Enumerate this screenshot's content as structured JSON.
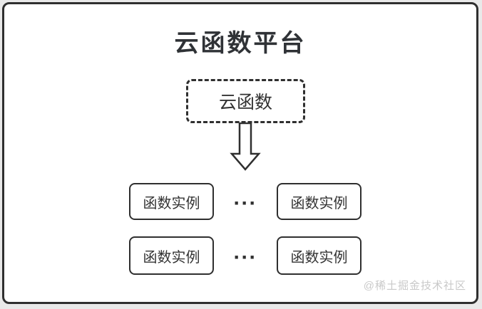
{
  "diagram": {
    "title": "云函数平台",
    "cloud_function": {
      "label": "云函数"
    },
    "rows": [
      {
        "boxes": [
          "函数实例",
          "函数实例"
        ],
        "separator": "···"
      },
      {
        "boxes": [
          "函数实例",
          "函数实例"
        ],
        "separator": "···"
      }
    ],
    "watermark": "@稀土掘金技术社区",
    "icons": {
      "arrow": "down-arrow-icon"
    },
    "colors": {
      "border": "#2f2f2f",
      "text": "#333333",
      "watermark": "#c9c9c9",
      "canvas_bg": "#e9e9e9",
      "card_bg": "#ffffff"
    }
  }
}
